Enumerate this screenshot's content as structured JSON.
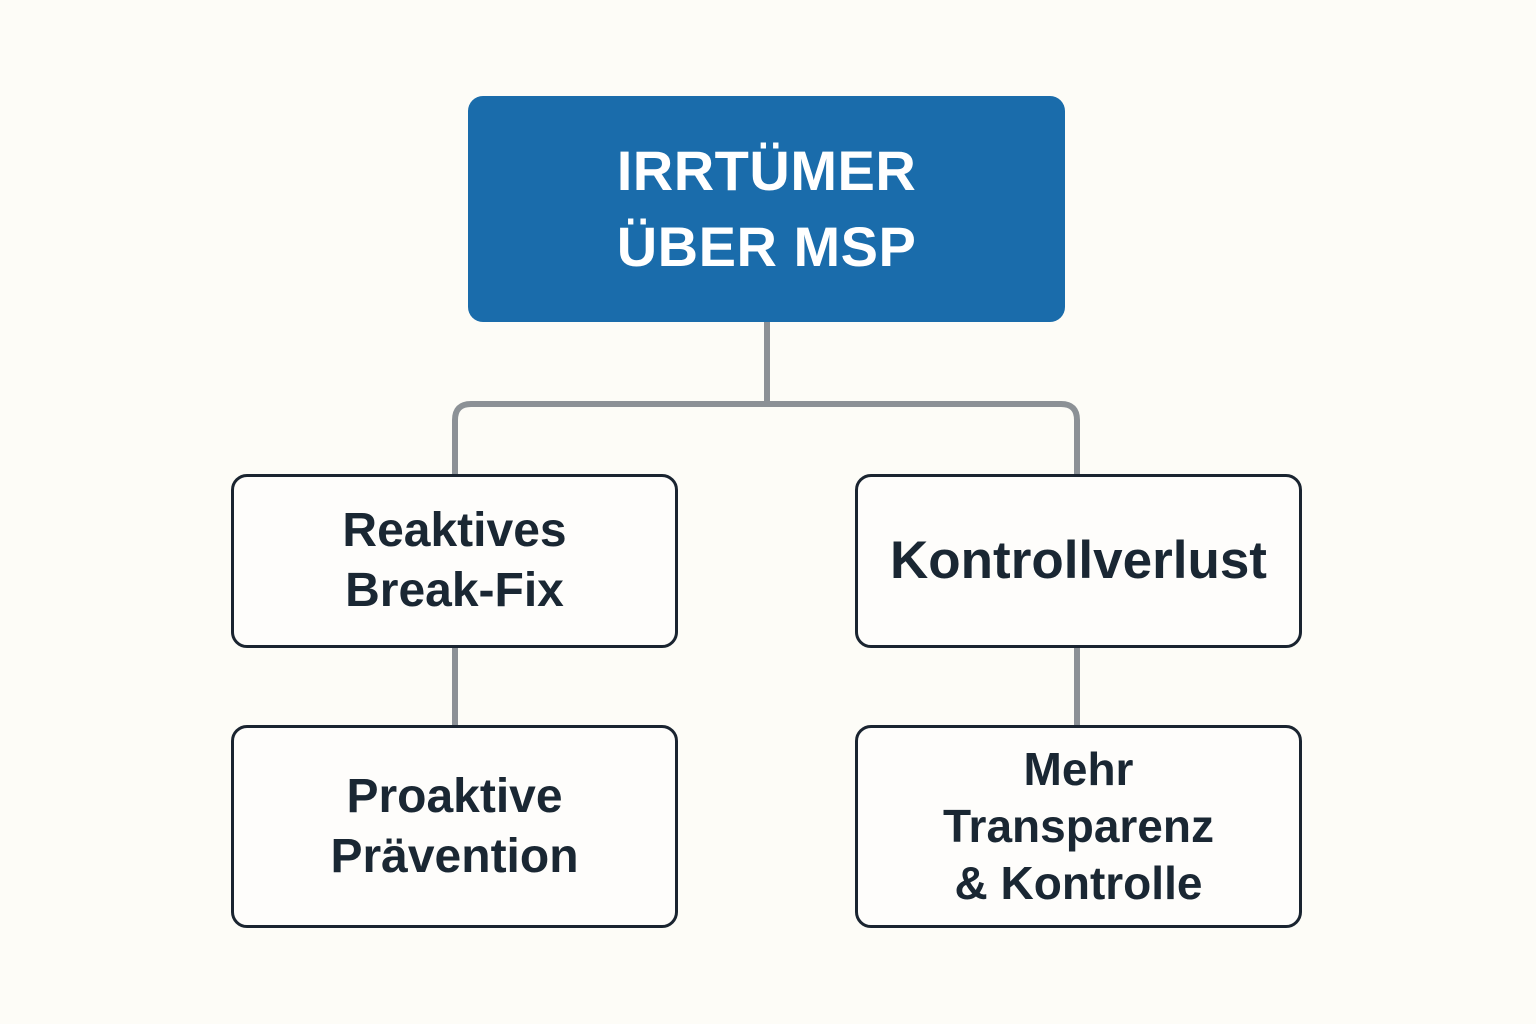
{
  "diagram": {
    "type": "tree",
    "title": "Irrtümer über MSP",
    "background_color": "#fdfcf7",
    "connector_color": "#8c9196",
    "root": {
      "id": "irrtuemer-ueber-msp",
      "label": "IRRTÜMER\nÜBER MSP",
      "fill_color": "#1a6cab",
      "text_color": "#ffffff"
    },
    "branches": [
      {
        "id": "left-branch",
        "nodes": [
          {
            "id": "reaktives-break-fix",
            "label": "Reaktives\nBreak-Fix",
            "fill_color": "#fefdfb",
            "border_color": "#1a2430",
            "text_color": "#1a2733"
          },
          {
            "id": "proaktive-praevention",
            "label": "Proaktive\nPrävention",
            "fill_color": "#fefdfb",
            "border_color": "#1a2430",
            "text_color": "#1a2733"
          }
        ]
      },
      {
        "id": "right-branch",
        "nodes": [
          {
            "id": "kontrollverlust",
            "label": "Kontrollverlust",
            "fill_color": "#fefdfb",
            "border_color": "#1a2430",
            "text_color": "#1a2733"
          },
          {
            "id": "mehr-transparenz-kontrolle",
            "label": "Mehr\nTransparenz\n& Kontrolle",
            "fill_color": "#fefdfb",
            "border_color": "#1a2430",
            "text_color": "#1a2733"
          }
        ]
      }
    ]
  }
}
